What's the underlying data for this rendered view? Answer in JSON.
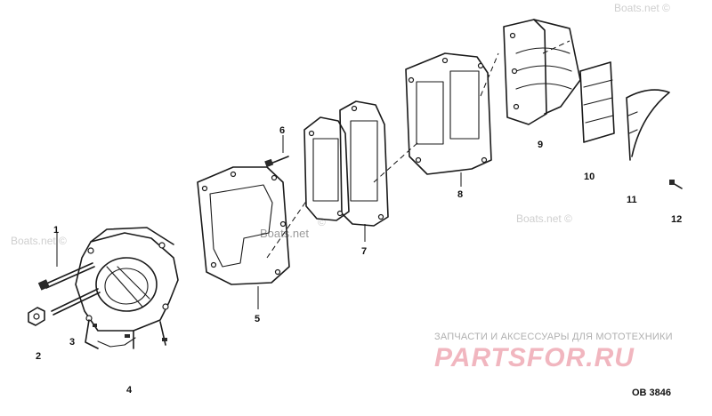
{
  "callouts": {
    "c1": "1",
    "c2": "2",
    "c3": "3",
    "c4": "4",
    "c5": "5",
    "c6": "6",
    "c7": "7",
    "c8": "8",
    "c9": "9",
    "c10": "10",
    "c11": "11",
    "c12": "12"
  },
  "watermarks": {
    "boats": "Boats.net ©",
    "boats_center": "Boats.net"
  },
  "footer": {
    "russian_line": "ЗАПЧАСТИ И АКСЕССУАРЫ ДЛЯ МОТОТЕХНИКИ",
    "brand_text": "PARTSFOR.RU",
    "brand_color": "#f1b6bf",
    "diagram_code": "OB 3846"
  }
}
